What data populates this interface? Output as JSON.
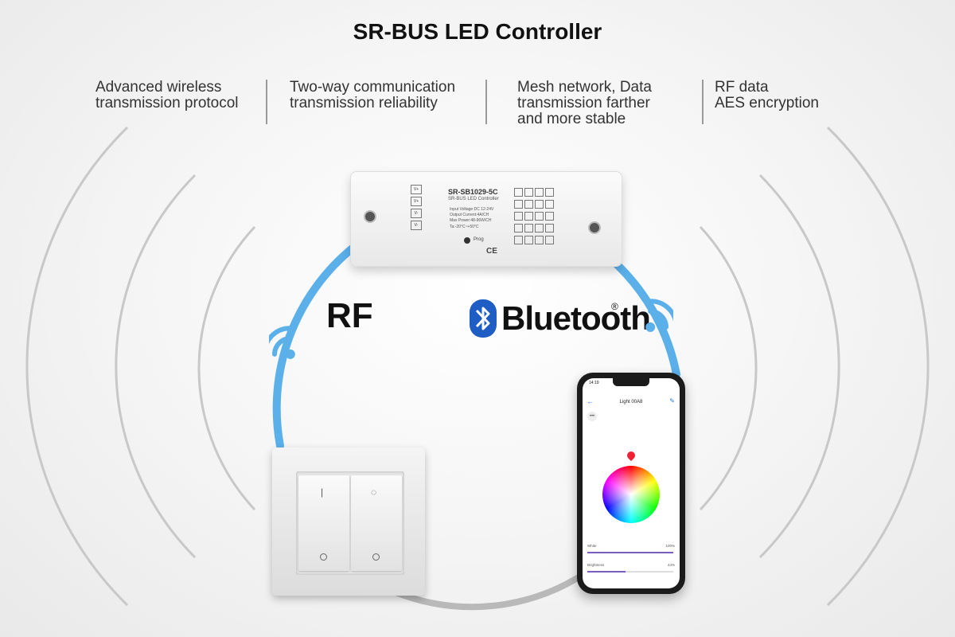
{
  "title": "SR-BUS LED Controller",
  "features": [
    {
      "lines": [
        "Advanced wireless",
        "transmission protocol"
      ]
    },
    {
      "lines": [
        "Two-way communication",
        "transmission reliability"
      ]
    },
    {
      "lines": [
        "Mesh network, Data",
        "transmission farther",
        "and more stable"
      ]
    },
    {
      "lines": [
        "RF data",
        "AES encryption"
      ]
    }
  ],
  "controller": {
    "model": "SR-SB1029-5C",
    "subtitle": "SR-BUS LED Controller",
    "specs": [
      "Input Voltage:DC 12-24V",
      "Output Current:4A/CH",
      "Max Power:48-96W/CH",
      "Ta:-20°C~+50°C"
    ],
    "terminals": [
      "V+",
      "V+",
      "V-",
      "V-"
    ],
    "prog_label": "Prog",
    "cert": "CE"
  },
  "rf_label": "RF",
  "bluetooth_label": "Bluetooth",
  "bluetooth_reg": "®",
  "phone": {
    "time": "14:19",
    "app_title": "Light 00A8",
    "more": "•••",
    "sliders": [
      {
        "label": "White",
        "value_text": "100%",
        "value": 1.0
      },
      {
        "label": "Brightness",
        "value_text": "44%",
        "value": 0.44
      }
    ]
  },
  "colors": {
    "link_blue": "#5bb0ea",
    "bt_blue": "#1d5dc4",
    "arc_gray": "#c8c8c8"
  },
  "icons": [
    "wifi-icon",
    "bluetooth-icon",
    "color-wheel",
    "location-pin-icon"
  ]
}
